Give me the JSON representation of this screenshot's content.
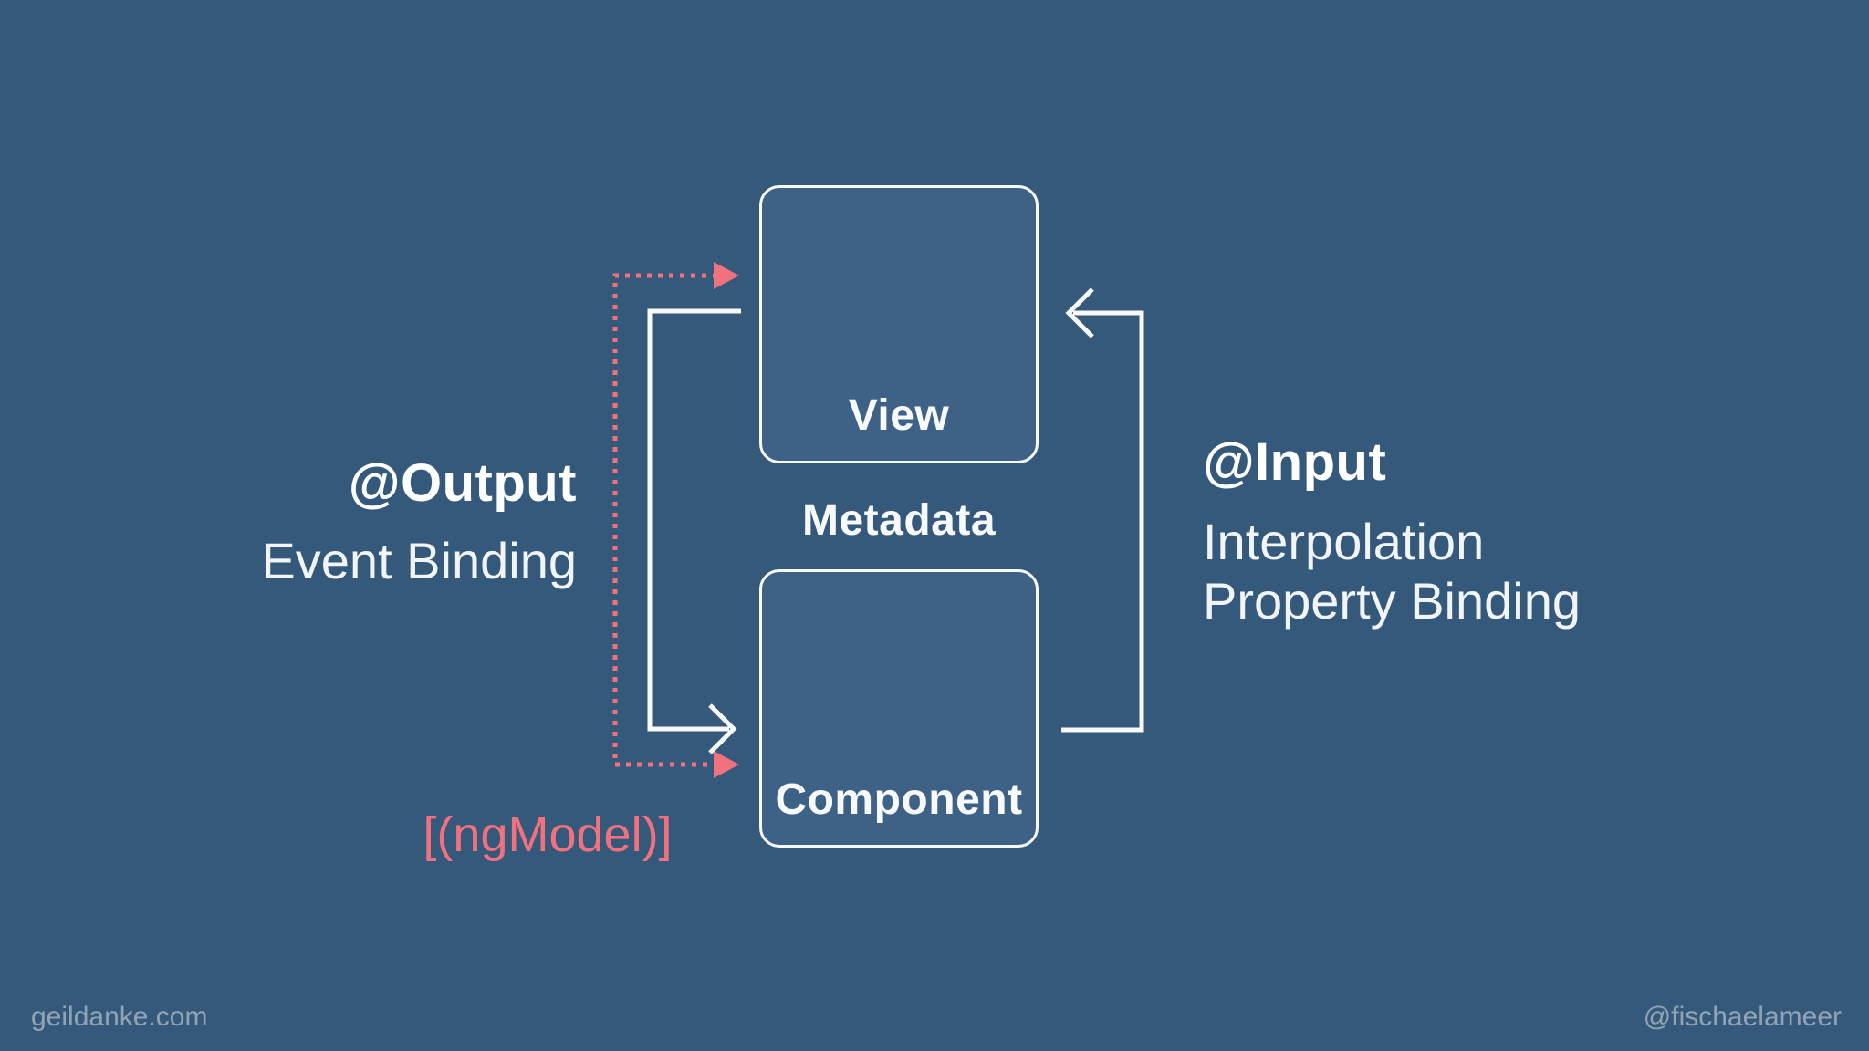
{
  "diagram": {
    "view_box_label": "View",
    "component_box_label": "Component",
    "metadata_label": "Metadata",
    "left_annotation": {
      "title": "@Output",
      "subtitle": "Event Binding"
    },
    "right_annotation": {
      "title": "@Input",
      "lines": [
        "Interpolation",
        "Property Binding"
      ]
    },
    "two_way_label": "[(ngModel)]"
  },
  "footer": {
    "left": "geildanke.com",
    "right": "@fischaelameer"
  },
  "colors": {
    "background": "#35597B",
    "box_fill": "#3E6186",
    "line_white": "#F7F9FB",
    "accent_pink": "#F2717E",
    "footer_text": "rgba(255,255,255,0.45)"
  }
}
